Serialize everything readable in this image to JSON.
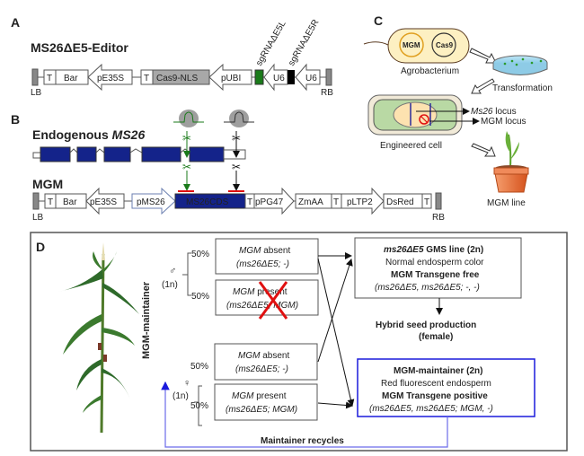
{
  "panelA": {
    "label": "A",
    "title": "MS26ΔE5-Editor",
    "elements": {
      "lb": "LB",
      "t1": "T",
      "bar": "Bar",
      "pE35S": "pE35S",
      "t2": "T",
      "cas9": "Cas9-NLS",
      "pUBI": "pUBI",
      "u6a": "U6",
      "u6b": "U6",
      "rb": "RB"
    },
    "sgRNA_left": "sgRNAΔE5L",
    "sgRNA_right": "sgRNAΔE5R",
    "colors": {
      "sgRNA_left": "#1a7a1a",
      "sgRNA_right": "#000000",
      "cas9": "#a8a8a8",
      "border": "#808080"
    }
  },
  "panelB": {
    "label": "B",
    "endogenous_prefix": "Endogenous ",
    "endogenous_gene": "MS26",
    "mgm_title": "MGM",
    "elements": {
      "lb": "LB",
      "t1": "T",
      "bar": "Bar",
      "pE35S": "pE35S",
      "pMS26": "pMS26",
      "cds": "MS26CDS",
      "t2": "T",
      "pPG47": "pPG47",
      "zmaa": "ZmAA",
      "t3": "T",
      "pLTP2": "pLTP2",
      "dsred": "DsRed",
      "t4": "T",
      "rb": "RB"
    },
    "colors": {
      "exon": "#14238a",
      "cut_left": "#1a7a1a",
      "cut_right": "#000000",
      "target_mark": "#e01010",
      "pms26_border": "#6b7fb0"
    }
  },
  "panelC": {
    "label": "C",
    "plasmid1": "MGM",
    "plasmid2": "Cas9",
    "agrobacterium": "Agrobacterium",
    "transformation": "Transformation",
    "ms26_locus_gene": "Ms26",
    "ms26_locus_suffix": " locus",
    "mgm_locus": "MGM locus",
    "engineered_cell": "Engineered cell",
    "mgm_line": "MGM line"
  },
  "panelD": {
    "label": "D",
    "side_label": "MGM-maintainer",
    "male_symbol": "♂",
    "female_symbol": "♀",
    "ploidy": "(1n)",
    "male_gametes": [
      {
        "percent": "50%",
        "line1_it": "MGM",
        "line1_rest": " absent",
        "line2": "(ms26ΔE5; -)",
        "crossed": false
      },
      {
        "percent": "50%",
        "line1_it": "MGM",
        "line1_rest": " present",
        "line2": "(ms26ΔE5; MGM)",
        "crossed": true
      }
    ],
    "female_gametes": [
      {
        "percent": "50%",
        "line1_it": "MGM",
        "line1_rest": " absent",
        "line2": "(ms26ΔE5; -)"
      },
      {
        "percent": "50%",
        "line1_it": "MGM",
        "line1_rest": " present",
        "line2": "(ms26ΔE5; MGM)"
      }
    ],
    "gms_box": {
      "title_it": "ms26ΔE5",
      "title_rest": " GMS line (2n)",
      "line2": "Normal endosperm color",
      "line3": "MGM Transgene free",
      "line4": "(ms26ΔE5, ms26ΔE5; -, -)"
    },
    "hybrid": {
      "line1": "Hybrid seed production",
      "line2": "(female)"
    },
    "maintainer_box": {
      "title": "MGM-maintainer  (2n)",
      "line2": "Red fluorescent endosperm",
      "line3": "MGM Transgene positive",
      "line4": "(ms26ΔE5, ms26ΔE5;  MGM, -)"
    },
    "recycle_label": "Maintainer recycles",
    "colors": {
      "maintainer": "#1a1adc",
      "recycle": "#6b6bea",
      "cross": "#e01010"
    }
  }
}
